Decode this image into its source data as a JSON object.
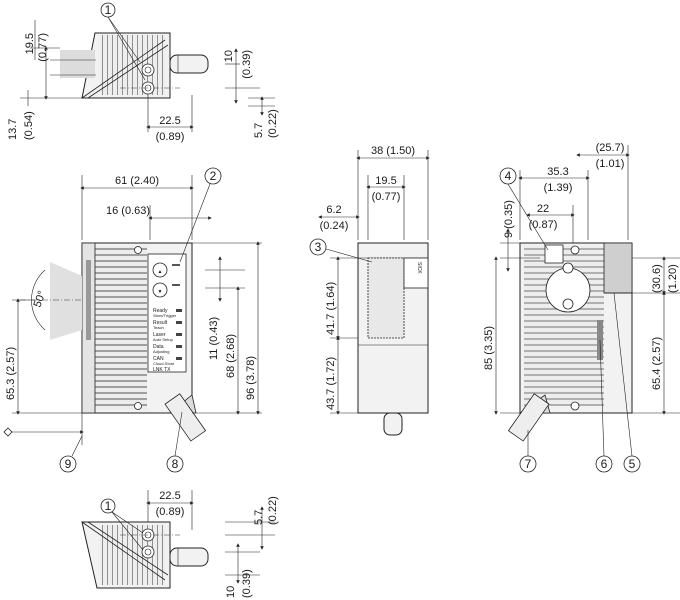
{
  "callouts": [
    "1",
    "2",
    "3",
    "4",
    "5",
    "6",
    "7",
    "8",
    "9"
  ],
  "dims": {
    "top_h": "19.5",
    "top_h_in": "(0.77)",
    "top_conn": "10",
    "top_conn_in": "(0.39)",
    "top_low": "13.7",
    "top_low_in": "(0.54)",
    "top_w": "22.5",
    "top_w_in": "(0.89)",
    "top_r": "5.7",
    "top_r_in": "(0.22)",
    "front_w": "61 (2.40)",
    "front_w2": "16 (0.63)",
    "front_angle": "50°",
    "front_h1": "65.3 (2.57)",
    "front_h2": "11 (0.43)",
    "front_h3": "68 (2.68)",
    "front_h4": "96 (3.78)",
    "side_w": "38 (1.50)",
    "side_w2": "19.5",
    "side_w2_in": "(0.77)",
    "side_w3": "6.2",
    "side_w3_in": "(0.24)",
    "side_h1": "41.7 (1.64)",
    "side_h2": "43.7 (1.72)",
    "rear_w1": "(25.7)",
    "rear_w1_in": "(1.01)",
    "rear_w2": "35.3",
    "rear_w2_in": "(1.39)",
    "rear_w3": "22",
    "rear_w3_in": "(0.87)",
    "rear_h1": "9 (0.35)",
    "rear_h2": "85 (3.35)",
    "rear_h3": "(30.6)",
    "rear_h3_in": "(1.20)",
    "rear_h4": "65.4 (2.57)",
    "bot_w": "22.5",
    "bot_w_in": "(0.89)",
    "bot_r": "5.7",
    "bot_r_in": "(0.22)",
    "bot_conn": "10",
    "bot_conn_in": "(0.39)"
  },
  "panel_labels": {
    "ready": "Ready",
    "ready_sub": "Store/Trigger",
    "result": "Result",
    "result_sub": "Teach",
    "laser": "Laser",
    "laser_sub": "Auto Setup",
    "data": "Data",
    "data_sub": "Adjusting",
    "can": "CAN",
    "can_sub": "Cloud-Store",
    "lnk": "LNK TX"
  },
  "brand": "SICK"
}
